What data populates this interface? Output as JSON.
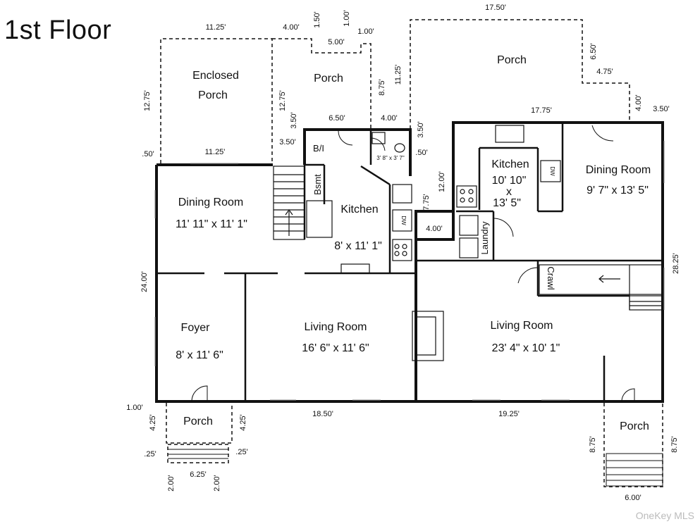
{
  "title": "1st Floor",
  "watermark": "OneKey MLS",
  "rooms": {
    "enclosed_porch": {
      "line1": "Enclosed",
      "line2": "Porch"
    },
    "porch_top_left": "Porch",
    "porch_top_right": "Porch",
    "bi": "B/I",
    "bsmt": "Bsmt",
    "dining_left": {
      "name": "Dining Room",
      "size": "11' 11\" x 11' 1\""
    },
    "kitchen_left": {
      "name": "Kitchen",
      "size": "8' x 11' 1\""
    },
    "foyer": {
      "name": "Foyer",
      "size": "8' x 11' 6\""
    },
    "living_left": {
      "name": "Living Room",
      "size": "16' 6\" x 11' 6\""
    },
    "porch_bottom_left": "Porch",
    "kitchen_right": {
      "name": "Kitchen",
      "size1": "10' 10\"",
      "size2": "x",
      "size3": "13' 5\""
    },
    "dining_right": {
      "name": "Dining Room",
      "size": "9' 7\" x 13' 5\""
    },
    "laundry": "Laundry",
    "crawl": "Crawl",
    "living_right": {
      "name": "Living Room",
      "size": "23' 4\" x 10' 1\""
    },
    "porch_bottom_right": "Porch",
    "dw1": "DW",
    "dw2": "DW",
    "half_bath": "3' 8\" x 3' 7\""
  },
  "measurements": {
    "m1125_top": "11.25'",
    "m400_top": "4.00'",
    "m150": "1.50'",
    "m100_a": "1.00'",
    "m500": "5.00'",
    "m100_b": "1.00'",
    "m1750": "17.50'",
    "m1275_left": "12.75'",
    "m1275_mid": "12.75'",
    "m875_top": "8.75'",
    "m1125_vert": "11.25'",
    "m650_right": "6.50'",
    "m475": "4.75'",
    "m350_a": "3.50'",
    "m650": "6.50'",
    "m400_b": "4.00'",
    "m350_b": "3.50'",
    "m1775": "17.75'",
    "m400_c": "4.00'",
    "m350_c": "3.50'",
    "m050_a": ".50'",
    "m1125_b": "11.25'",
    "m350_d": "3.50'",
    "m050_b": ".50'",
    "m1200": "12.00'",
    "m775": "7.75'",
    "m400_d": "4.00'",
    "m2400": "24.00'",
    "m2825": "28.25'",
    "m100_c": "1.00'",
    "m1850": "18.50'",
    "m1925": "19.25'",
    "m425_a": "4.25'",
    "m425_b": "4.25'",
    "m025_a": ".25'",
    "m025_b": ".25'",
    "m625": "6.25'",
    "m200_a": "2.00'",
    "m200_b": "2.00'",
    "m875_a": "8.75'",
    "m875_b": "8.75'",
    "m600": "6.00'"
  }
}
